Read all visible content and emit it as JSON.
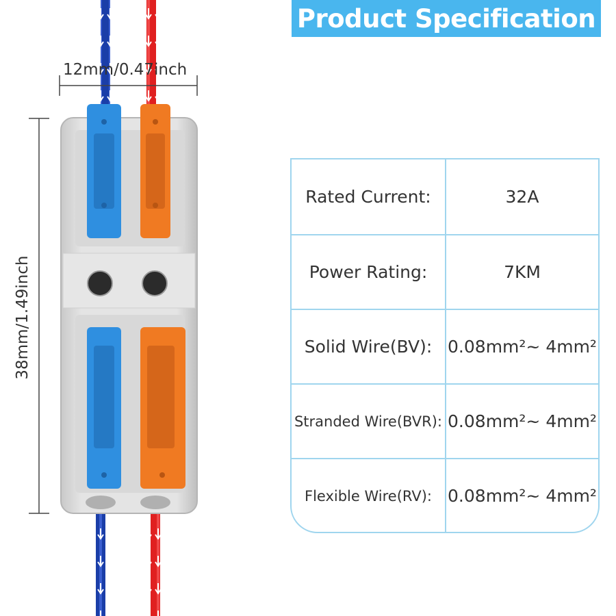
{
  "banner": {
    "title": "Product Specification"
  },
  "dimensions": {
    "width_label": "12mm/0.47inch",
    "height_label": "38mm/1.49inch"
  },
  "colors": {
    "banner": "#49b6ee",
    "table_border": "#9fd5ee",
    "lever_blue": "#2f8fe0",
    "lever_orange": "#f07a22",
    "wire_red": "#e02020",
    "wire_blue": "#1a3ea8"
  },
  "specs": [
    {
      "label": "Rated Current:",
      "value": "32A"
    },
    {
      "label": "Power Rating:",
      "value": "7KM"
    },
    {
      "label": "Solid Wire(BV):",
      "value": "0.08mm²~ 4mm²"
    },
    {
      "label": "Stranded Wire(BVR):",
      "value": "0.08mm²~ 4mm²"
    },
    {
      "label": "Flexible Wire(RV):",
      "value": "0.08mm²~ 4mm²"
    }
  ]
}
